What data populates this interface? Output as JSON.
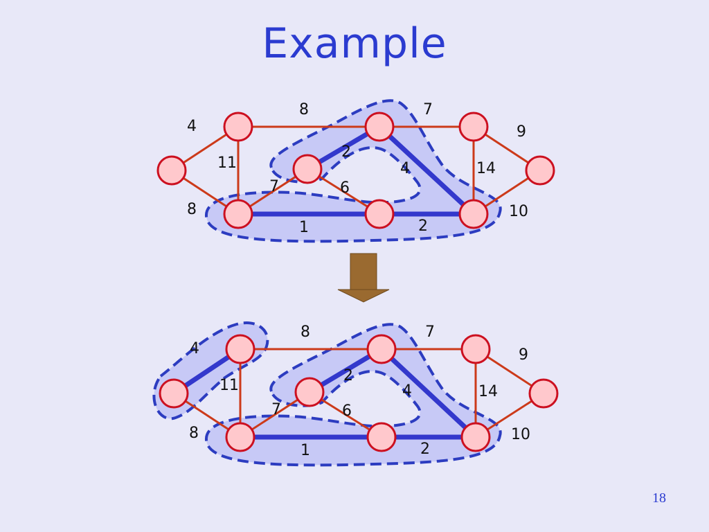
{
  "slide": {
    "title": "Example",
    "page_number": "18"
  },
  "colors": {
    "background": "#e8e8f8",
    "title": "#2b3bd0",
    "node_fill": "#ffc8cc",
    "node_stroke": "#cc1020",
    "edge": "#cc3a1a",
    "tree_edge": "#3338cc",
    "region_fill": "#c7c9f6",
    "region_stroke": "#2c3cc0",
    "arrow": "#9a6a30"
  },
  "graph": {
    "nodes": [
      "a",
      "b",
      "c",
      "d",
      "e",
      "f",
      "g",
      "h",
      "i"
    ],
    "edges": [
      {
        "from": "a",
        "to": "b",
        "weight": "4"
      },
      {
        "from": "b",
        "to": "f",
        "weight": "8"
      },
      {
        "from": "f",
        "to": "g",
        "weight": "7"
      },
      {
        "from": "a",
        "to": "c",
        "weight": "8"
      },
      {
        "from": "b",
        "to": "c",
        "weight": "11"
      },
      {
        "from": "c",
        "to": "d",
        "weight": "7"
      },
      {
        "from": "d",
        "to": "f",
        "weight": "2"
      },
      {
        "from": "d",
        "to": "e",
        "weight": "6"
      },
      {
        "from": "f",
        "to": "h",
        "weight": "4"
      },
      {
        "from": "g",
        "to": "h",
        "weight": "14"
      },
      {
        "from": "g",
        "to": "i",
        "weight": "9"
      },
      {
        "from": "h",
        "to": "i",
        "weight": "10"
      },
      {
        "from": "c",
        "to": "e",
        "weight": "1"
      },
      {
        "from": "e",
        "to": "h",
        "weight": "2"
      }
    ]
  },
  "steps": [
    {
      "tree_edges": [
        "c-e",
        "e-h",
        "d-f",
        "f-h"
      ]
    },
    {
      "tree_edges": [
        "c-e",
        "e-h",
        "d-f",
        "f-h",
        "a-b"
      ]
    }
  ]
}
